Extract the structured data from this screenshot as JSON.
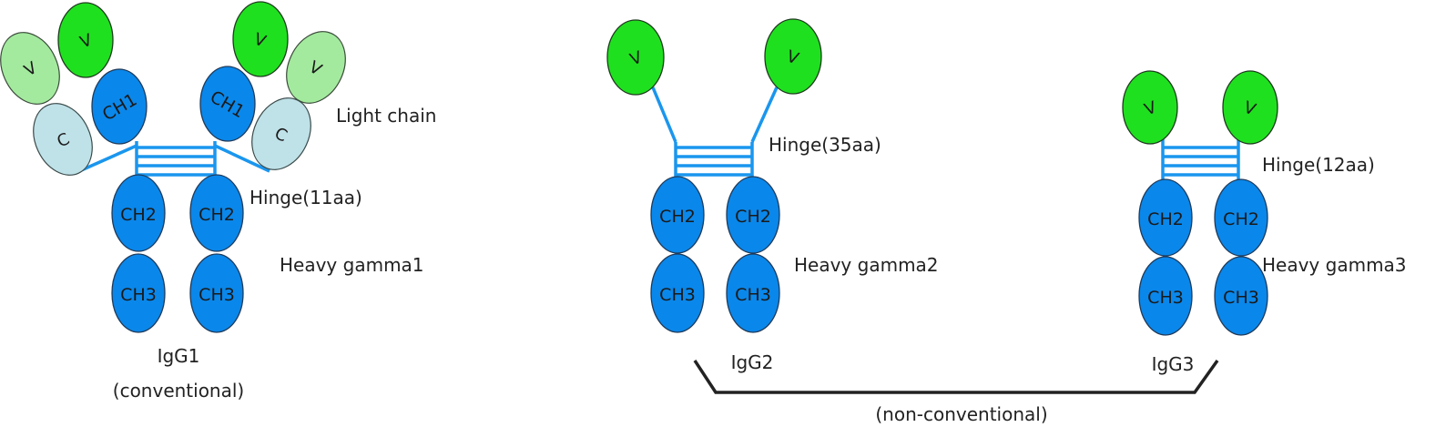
{
  "labels": {
    "light_chain": "Light chain",
    "hinge_igg1": "Hinge(11aa)",
    "hinge_igg2": "Hinge(35aa)",
    "hinge_igg3": "Hinge(12aa)",
    "heavy_gamma1": "Heavy gamma1",
    "heavy_gamma2": "Heavy gamma2",
    "heavy_gamma3": "Heavy gamma3",
    "igg1": "IgG1",
    "igg1_note": "(conventional)",
    "igg2": "IgG2",
    "igg3": "IgG3",
    "non_conventional": "(non-conventional)"
  },
  "domains": {
    "v": "V",
    "c": "C",
    "ch1": "CH1",
    "ch2": "CH2",
    "ch3": "CH3"
  },
  "colors": {
    "heavy_domain": "#0a87ea",
    "variable_heavy": "#1fe01f",
    "variable_light": "#a3ea9e",
    "constant_light": "#bfe1e8",
    "hinge_line": "#1a96ee"
  }
}
